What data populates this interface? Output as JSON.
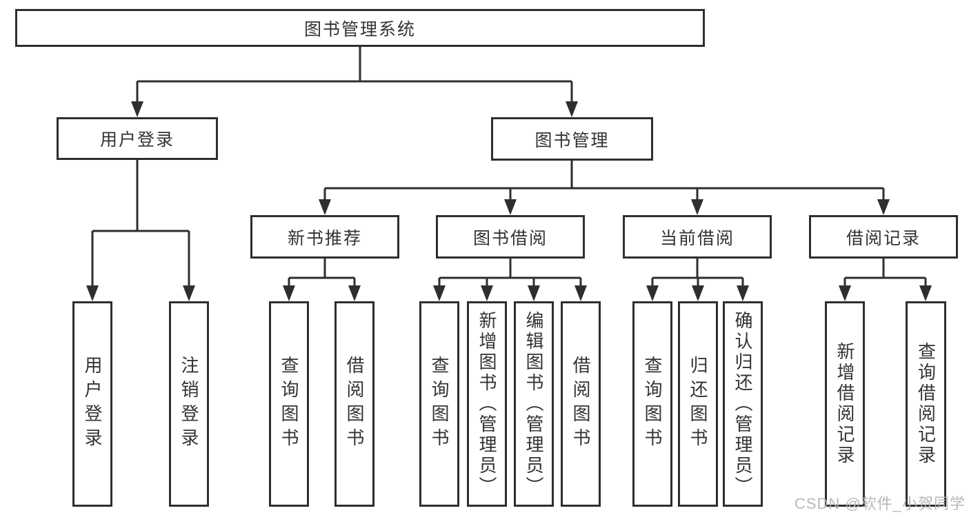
{
  "diagram": {
    "root": {
      "label": "图书管理系统"
    },
    "branches": [
      {
        "label": "用户登录"
      },
      {
        "label": "图书管理"
      }
    ],
    "modules": [
      {
        "label": "新书推荐"
      },
      {
        "label": "图书借阅"
      },
      {
        "label": "当前借阅"
      },
      {
        "label": "借阅记录"
      }
    ],
    "leaves": [
      {
        "label": "用户登录"
      },
      {
        "label": "注销登录"
      },
      {
        "label": "查询图书"
      },
      {
        "label": "借阅图书"
      },
      {
        "label": "查询图书"
      },
      {
        "label": "新增图书（管理员）"
      },
      {
        "label": "编辑图书（管理员）"
      },
      {
        "label": "借阅图书"
      },
      {
        "label": "查询图书"
      },
      {
        "label": "归还图书"
      },
      {
        "label": "确认归还（管理员）"
      },
      {
        "label": "新增借阅记录"
      },
      {
        "label": "查询借阅记录"
      }
    ]
  },
  "watermark": {
    "text": "CSDN @软件_小贺同学"
  },
  "colors": {
    "line": "#2e2e2e",
    "text": "#333333",
    "watermark": "#b3b3b3",
    "background": "#ffffff"
  }
}
